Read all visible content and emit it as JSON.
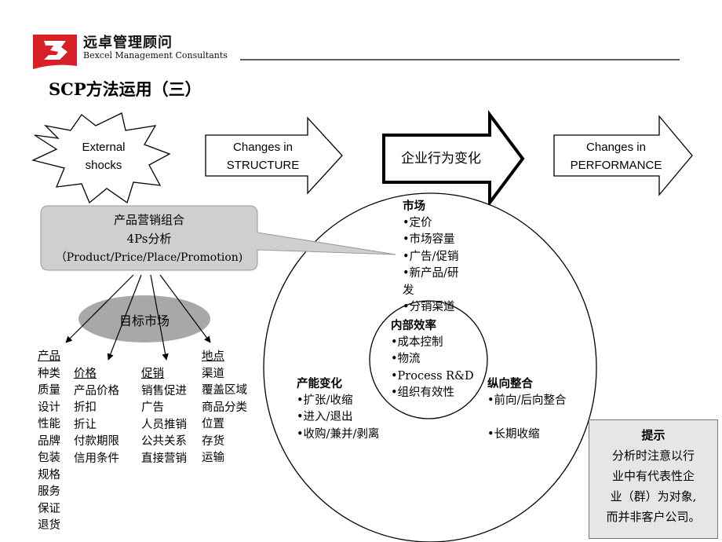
{
  "header": {
    "company_cn": "远卓管理顾问",
    "company_en": "Bexcel Management Consultants"
  },
  "title": "SCP方法运用（三）",
  "flow": {
    "shocks": [
      "External",
      "shocks"
    ],
    "structure": [
      "Changes in",
      "STRUCTURE"
    ],
    "conduct": "企业行为变化",
    "performance": [
      "Changes in",
      "PERFORMANCE"
    ]
  },
  "marketing_mix": {
    "line1": "产品营销组合",
    "line2": "4Ps分析",
    "line3": "（Product/Price/Place/Promotion)"
  },
  "target_market": "目标市场",
  "ps": {
    "product": {
      "heading": "产品",
      "items": [
        "种类",
        "质量",
        "设计",
        "性能",
        "品牌",
        "包装",
        "规格",
        "服务",
        "保证",
        "退货"
      ]
    },
    "price": {
      "heading": "价格",
      "items": [
        "产品价格",
        "折扣",
        "折让",
        "付款期限",
        "信用条件"
      ]
    },
    "promotion": {
      "heading": "促销",
      "items": [
        "销售促进",
        "广告",
        "人员推销",
        "公共关系",
        "直接营销"
      ]
    },
    "place": {
      "heading": "地点",
      "items": [
        "渠道",
        "覆盖区域",
        "商品分类",
        "位置",
        "存货",
        "运输"
      ]
    }
  },
  "market": {
    "heading": "市场",
    "items": [
      "•定价",
      "•市场容量",
      "•广告/促销",
      "•新产品/研",
      "发",
      "•分销渠道"
    ]
  },
  "internal": {
    "heading": "内部效率",
    "items": [
      "•成本控制",
      "•物流",
      "•Process R&D",
      "•组织有效性"
    ]
  },
  "capacity": {
    "heading": "产能变化",
    "items": [
      "•扩张/收缩",
      "•进入/退出",
      "•收购/兼并/剥离"
    ]
  },
  "vertical": {
    "heading": "纵向整合",
    "items": [
      "•前向/后向整合",
      "",
      "•长期收缩"
    ]
  },
  "tip": {
    "heading": "提示",
    "lines": [
      "分析时注意以行",
      "业中有代表性企",
      "业（群）为对象,",
      "而并非客户公司。"
    ]
  },
  "colors": {
    "logo_red": "#d71f26",
    "box_gray": "#cfcfcf",
    "tip_gray": "#e6e6e6"
  }
}
